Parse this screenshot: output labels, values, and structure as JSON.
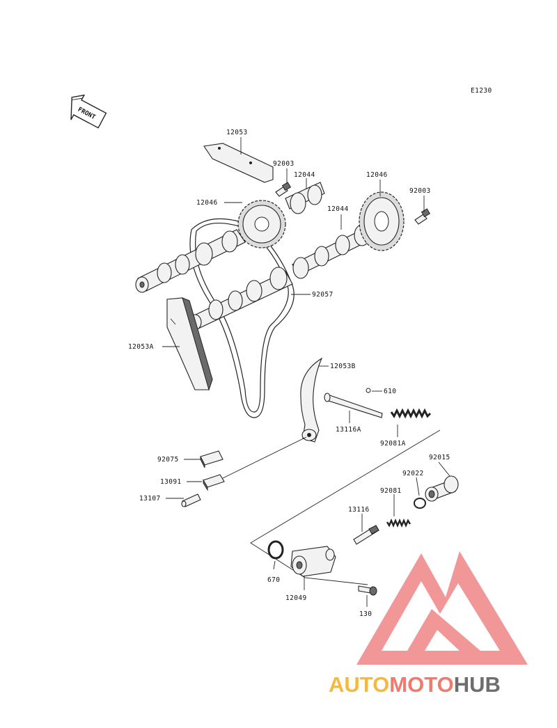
{
  "diagram": {
    "code": "E1230",
    "front_arrow_text": "FRONT",
    "callouts": {
      "p12053": "12053",
      "p92003_a": "92003",
      "p12044_a": "12044",
      "p12046_a": "12046",
      "p12046_b": "12046",
      "p92003_b": "92003",
      "p12044_b": "12044",
      "p92057": "92057",
      "p12053A": "12053A",
      "p12053B": "12053B",
      "p610": "610",
      "p13116A": "13116A",
      "p92081A": "92081A",
      "p92075": "92075",
      "p13091": "13091",
      "p13107": "13107",
      "p92015": "92015",
      "p92022": "92022",
      "p92081": "92081",
      "p13116": "13116",
      "p670": "670",
      "p12049": "12049",
      "p130": "130"
    }
  },
  "watermark": {
    "part1": "AUTO",
    "part2": "MOTO",
    "part3": "HUB",
    "colors": {
      "triangle": "#f08585",
      "auto": "#f5b942",
      "moto": "#ef7a6d",
      "hub": "#6e6e6e"
    }
  }
}
